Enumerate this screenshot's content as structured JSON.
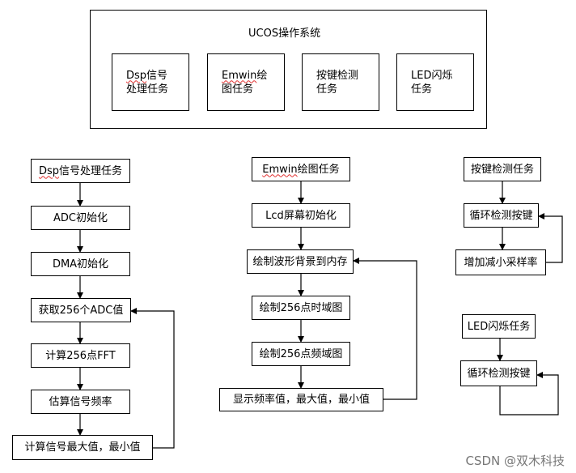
{
  "top": {
    "title": "UCOS操作系统",
    "tasks": [
      {
        "line1_a": "Dsp",
        "line1_b": "信号",
        "line2": "处理任务"
      },
      {
        "line1_a": "Emwin",
        "line1_b": "绘",
        "line2": "图任务"
      },
      {
        "line1": "按键检测",
        "line2": "任务"
      },
      {
        "line1": "LED闪烁",
        "line2": "任务"
      }
    ]
  },
  "dsp_flow": {
    "head_a": "Dsp",
    "head_b": "信号处理任务",
    "steps": [
      "ADC初始化",
      "DMA初始化",
      "获取256个ADC值",
      "计算256点FFT",
      "估算信号频率",
      "计算信号最大值，最小值"
    ]
  },
  "emwin_flow": {
    "head_a": "Emwin",
    "head_b": "绘图任务",
    "steps": [
      "Lcd屏幕初始化",
      "绘制波形背景到内存",
      "绘制256点时域图",
      "绘制256点频域图",
      "显示频率值，最大值，最小值"
    ]
  },
  "key_flow": {
    "head": "按键检测任务",
    "steps": [
      "循环检测按键",
      "增加减小采样率"
    ]
  },
  "led_flow": {
    "head": "LED闪烁任务",
    "steps": [
      "循环检测按键"
    ]
  },
  "watermark": "CSDN @双木科技"
}
